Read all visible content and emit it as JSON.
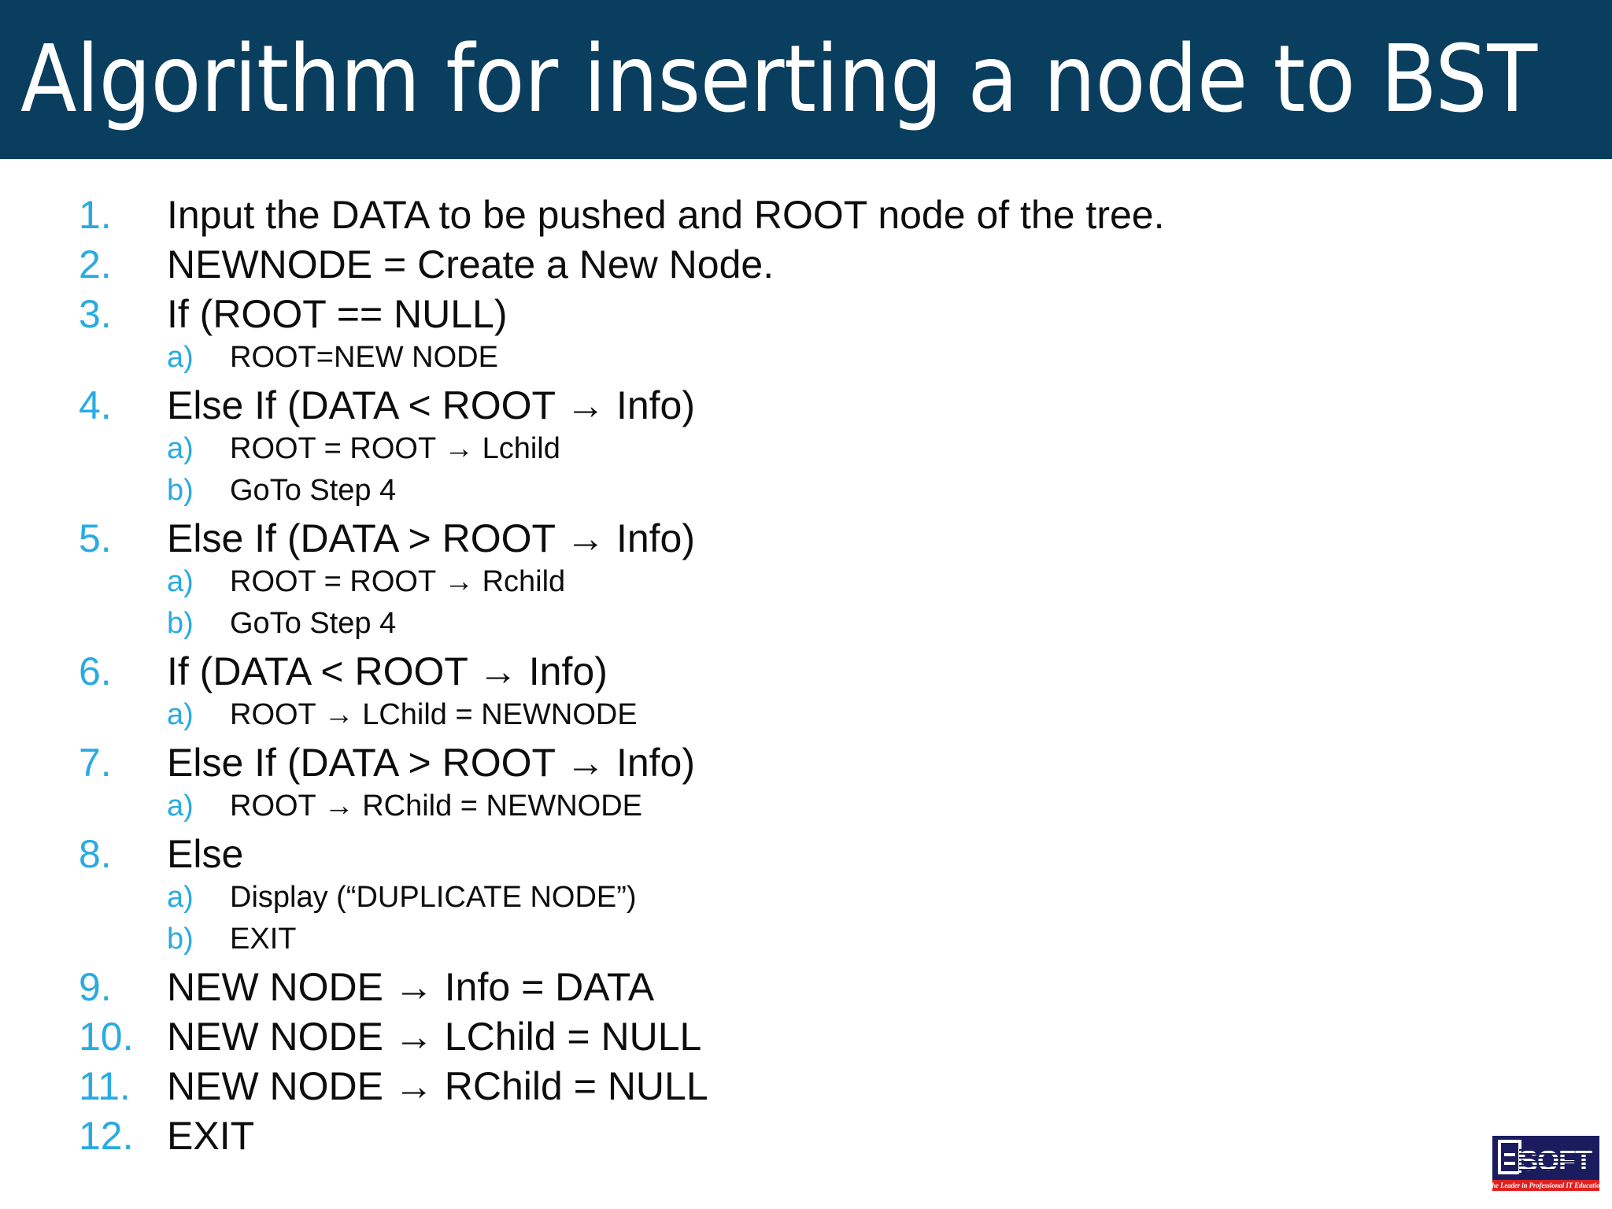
{
  "slide": {
    "title": "Algorithm for inserting a node to BST",
    "colors": {
      "title_band": "#0A3E5E",
      "title_text": "#FFFFFF",
      "marker": "#29ABE2",
      "body_text": "#0D0D0D",
      "background": "#FFFFFF",
      "logo_navy": "#1B1C5E",
      "logo_red": "#E02020"
    }
  },
  "steps": [
    {
      "level": 1,
      "marker": "1.",
      "text": "Input the DATA to be pushed and ROOT node of the tree."
    },
    {
      "level": 1,
      "marker": "2.",
      "text": "NEWNODE = Create a New Node."
    },
    {
      "level": 1,
      "marker": "3.",
      "text": "If (ROOT == NULL)"
    },
    {
      "level": 2,
      "marker": "a)",
      "text": "ROOT=NEW NODE"
    },
    {
      "level": 1,
      "marker": "4.",
      "text": "Else If (DATA < ROOT → Info)"
    },
    {
      "level": 2,
      "marker": "a)",
      "text": "ROOT = ROOT → Lchild"
    },
    {
      "level": 2,
      "marker": "b)",
      "text": "GoTo Step 4"
    },
    {
      "level": 1,
      "marker": "5.",
      "text": "Else If (DATA > ROOT → Info)"
    },
    {
      "level": 2,
      "marker": "a)",
      "text": "ROOT = ROOT → Rchild"
    },
    {
      "level": 2,
      "marker": "b)",
      "text": "GoTo Step 4"
    },
    {
      "level": 1,
      "marker": "6.",
      "text": "If (DATA < ROOT → Info)"
    },
    {
      "level": 2,
      "marker": "a)",
      "text": "ROOT → LChild = NEWNODE"
    },
    {
      "level": 1,
      "marker": "7.",
      "text": "Else If (DATA > ROOT → Info)"
    },
    {
      "level": 2,
      "marker": "a)",
      "text": "ROOT → RChild = NEWNODE"
    },
    {
      "level": 1,
      "marker": "8.",
      "text": "Else"
    },
    {
      "level": 2,
      "marker": "a)",
      "text": "Display (“DUPLICATE NODE”)"
    },
    {
      "level": 2,
      "marker": "b)",
      "text": "EXIT"
    },
    {
      "level": 1,
      "marker": "9.",
      "text": "NEW NODE → Info = DATA"
    },
    {
      "level": 1,
      "marker": "10.",
      "text": "NEW NODE → LChild = NULL"
    },
    {
      "level": 1,
      "marker": "11.",
      "text": "NEW NODE → RChild = NULL"
    },
    {
      "level": 1,
      "marker": "12.",
      "text": "EXIT"
    }
  ],
  "logo": {
    "letter": "E",
    "word": "SOFT",
    "tagline": "The Leader in Professional IT Education"
  }
}
